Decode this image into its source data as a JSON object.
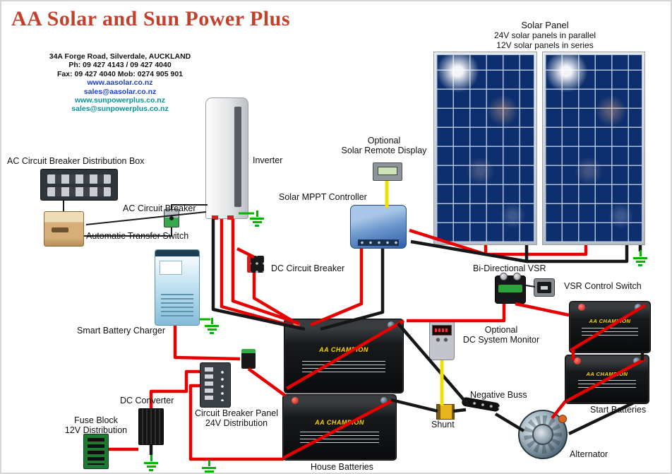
{
  "header": {
    "title": "AA Solar and Sun Power Plus",
    "address": "34A Forge Road,  Silverdale,  AUCKLAND",
    "phone": "Ph: 09 427 4143  /   09 427 4040",
    "fax": "Fax: 09 427 4040   Mob: 0274 905 901",
    "website_aasolar": "www.aasolar.co.nz",
    "email_aasolar": "sales@aasolar.co.nz",
    "website_sunpower": "www.sunpowerplus.co.nz",
    "email_sunpower": "sales@sunpowerplus.co.nz"
  },
  "solar_panel_label": {
    "line1": "Solar Panel",
    "line2": "24V solar panels in parallel",
    "line3": "12V solar panels in series"
  },
  "component_labels": {
    "inverter": "Inverter",
    "remote_display_line1": "Optional",
    "remote_display_line2": "Solar Remote Display",
    "mppt_controller": "Solar MPPT Controller",
    "ac_distribution_box": "AC Circuit Breaker Distribution Box",
    "ac_circuit_breaker": "AC Circuit Breaker",
    "transfer_switch": "Automatic Transfer Switch",
    "dc_circuit_breaker": "DC Circuit Breaker",
    "battery_charger": "Smart Battery Charger",
    "vsr": "Bi-Directional VSR",
    "vsr_switch": "VSR Control Switch",
    "dc_monitor_line1": "Optional",
    "dc_monitor_line2": "DC System Monitor",
    "negative_buss": "Negative Buss",
    "shunt": "Shunt",
    "alternator": "Alternator",
    "dc_converter": "DC Converter",
    "fuse_block_line1": "Fuse Block",
    "fuse_block_line2": "12V Distribution",
    "breaker_panel_line1": "Circuit Breaker Panel",
    "breaker_panel_line2": "24V Distribution",
    "house_batteries": "House Batteries",
    "start_batteries": "Start Batteries"
  },
  "battery": {
    "brand": "AA CHAMPION"
  },
  "colors": {
    "positive_wire": "#e60000",
    "negative_wire": "#161616",
    "signal_wire": "#f0e000",
    "ground_green": "#00b400",
    "title_red": "#c5402a",
    "link_blue": "#1a3fc4",
    "link_teal": "#0a9296",
    "panel_blue": "#0d2f6e"
  }
}
